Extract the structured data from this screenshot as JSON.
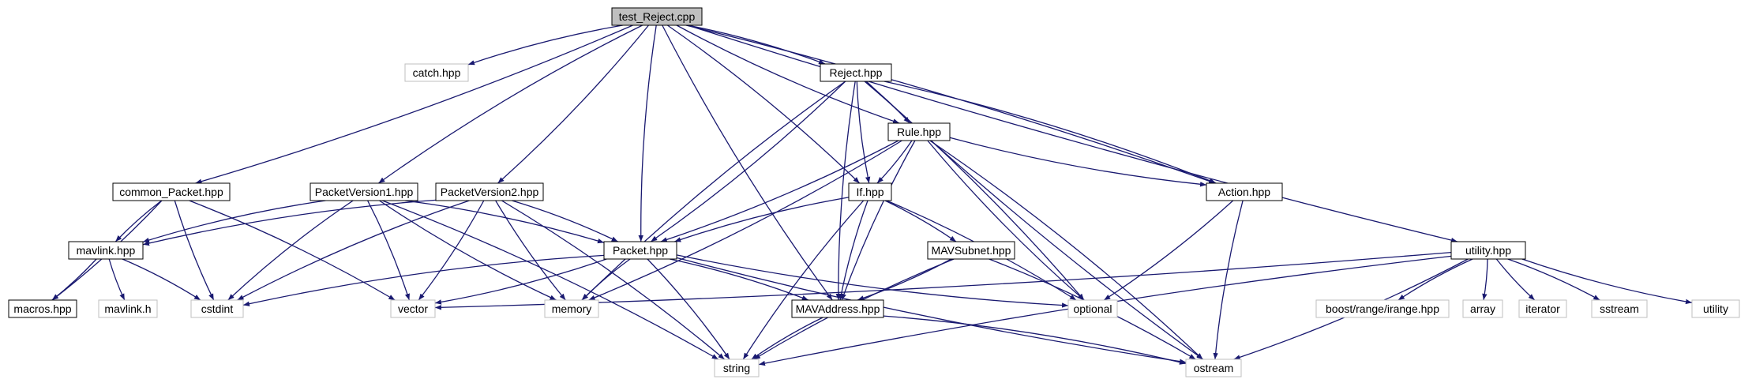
{
  "colors": {
    "edge": "#191970",
    "internal_border": "#000000",
    "external_border": "#bfbfbf",
    "root_fill": "#bfbfbf",
    "node_fill": "#ffffff"
  },
  "nodes": [
    {
      "id": "test_reject",
      "label": "test_Reject.cpp",
      "kind": "root"
    },
    {
      "id": "catch",
      "label": "catch.hpp",
      "kind": "external"
    },
    {
      "id": "reject",
      "label": "Reject.hpp",
      "kind": "internal"
    },
    {
      "id": "rule",
      "label": "Rule.hpp",
      "kind": "internal"
    },
    {
      "id": "common_packet",
      "label": "common_Packet.hpp",
      "kind": "internal"
    },
    {
      "id": "packetv1",
      "label": "PacketVersion1.hpp",
      "kind": "internal"
    },
    {
      "id": "packetv2",
      "label": "PacketVersion2.hpp",
      "kind": "internal"
    },
    {
      "id": "if",
      "label": "If.hpp",
      "kind": "internal"
    },
    {
      "id": "action",
      "label": "Action.hpp",
      "kind": "internal"
    },
    {
      "id": "utility_hpp",
      "label": "utility.hpp",
      "kind": "internal"
    },
    {
      "id": "mavlink",
      "label": "mavlink.hpp",
      "kind": "internal"
    },
    {
      "id": "packet",
      "label": "Packet.hpp",
      "kind": "internal"
    },
    {
      "id": "mavsubnet",
      "label": "MAVSubnet.hpp",
      "kind": "internal"
    },
    {
      "id": "macros",
      "label": "macros.hpp",
      "kind": "internal"
    },
    {
      "id": "mavlink_h",
      "label": "mavlink.h",
      "kind": "external"
    },
    {
      "id": "cstdint",
      "label": "cstdint",
      "kind": "external"
    },
    {
      "id": "vector",
      "label": "vector",
      "kind": "external"
    },
    {
      "id": "memory",
      "label": "memory",
      "kind": "external"
    },
    {
      "id": "mavaddress",
      "label": "MAVAddress.hpp",
      "kind": "internal"
    },
    {
      "id": "optional",
      "label": "optional",
      "kind": "external"
    },
    {
      "id": "string",
      "label": "string",
      "kind": "external"
    },
    {
      "id": "ostream",
      "label": "ostream",
      "kind": "external"
    },
    {
      "id": "irange",
      "label": "boost/range/irange.hpp",
      "kind": "external"
    },
    {
      "id": "array",
      "label": "array",
      "kind": "external"
    },
    {
      "id": "iterator",
      "label": "iterator",
      "kind": "external"
    },
    {
      "id": "sstream",
      "label": "sstream",
      "kind": "external"
    },
    {
      "id": "utility",
      "label": "utility",
      "kind": "external"
    }
  ],
  "edges": [
    [
      "test_reject",
      "catch"
    ],
    [
      "test_reject",
      "reject"
    ],
    [
      "test_reject",
      "rule"
    ],
    [
      "test_reject",
      "common_packet"
    ],
    [
      "test_reject",
      "packetv1"
    ],
    [
      "test_reject",
      "packetv2"
    ],
    [
      "test_reject",
      "packet"
    ],
    [
      "test_reject",
      "if"
    ],
    [
      "test_reject",
      "mavaddress"
    ],
    [
      "test_reject",
      "action"
    ],
    [
      "test_reject",
      "utility_hpp"
    ],
    [
      "reject",
      "rule"
    ],
    [
      "reject",
      "if"
    ],
    [
      "reject",
      "packet"
    ],
    [
      "reject",
      "mavaddress"
    ],
    [
      "reject",
      "action"
    ],
    [
      "reject",
      "memory"
    ],
    [
      "reject",
      "optional"
    ],
    [
      "reject",
      "ostream"
    ],
    [
      "rule",
      "if"
    ],
    [
      "rule",
      "action"
    ],
    [
      "rule",
      "packet"
    ],
    [
      "rule",
      "mavaddress"
    ],
    [
      "rule",
      "memory"
    ],
    [
      "rule",
      "optional"
    ],
    [
      "rule",
      "ostream"
    ],
    [
      "common_packet",
      "mavlink"
    ],
    [
      "common_packet",
      "macros"
    ],
    [
      "common_packet",
      "cstdint"
    ],
    [
      "common_packet",
      "vector"
    ],
    [
      "packetv1",
      "mavlink"
    ],
    [
      "packetv1",
      "packet"
    ],
    [
      "packetv1",
      "cstdint"
    ],
    [
      "packetv1",
      "vector"
    ],
    [
      "packetv1",
      "memory"
    ],
    [
      "packetv1",
      "string"
    ],
    [
      "packetv2",
      "mavlink"
    ],
    [
      "packetv2",
      "packet"
    ],
    [
      "packetv2",
      "cstdint"
    ],
    [
      "packetv2",
      "vector"
    ],
    [
      "packetv2",
      "memory"
    ],
    [
      "packetv2",
      "string"
    ],
    [
      "if",
      "packet"
    ],
    [
      "if",
      "mavsubnet"
    ],
    [
      "if",
      "mavaddress"
    ],
    [
      "if",
      "optional"
    ],
    [
      "if",
      "string"
    ],
    [
      "action",
      "optional"
    ],
    [
      "action",
      "ostream"
    ],
    [
      "utility_hpp",
      "vector"
    ],
    [
      "utility_hpp",
      "string"
    ],
    [
      "utility_hpp",
      "ostream"
    ],
    [
      "utility_hpp",
      "irange"
    ],
    [
      "utility_hpp",
      "array"
    ],
    [
      "utility_hpp",
      "iterator"
    ],
    [
      "utility_hpp",
      "sstream"
    ],
    [
      "utility_hpp",
      "utility"
    ],
    [
      "mavlink",
      "macros"
    ],
    [
      "mavlink",
      "mavlink_h"
    ],
    [
      "mavlink",
      "cstdint"
    ],
    [
      "packet",
      "cstdint"
    ],
    [
      "packet",
      "vector"
    ],
    [
      "packet",
      "memory"
    ],
    [
      "packet",
      "mavaddress"
    ],
    [
      "packet",
      "optional"
    ],
    [
      "packet",
      "string"
    ],
    [
      "packet",
      "ostream"
    ],
    [
      "mavsubnet",
      "mavaddress"
    ],
    [
      "mavsubnet",
      "string"
    ],
    [
      "mavsubnet",
      "ostream"
    ],
    [
      "mavaddress",
      "string"
    ],
    [
      "mavaddress",
      "ostream"
    ]
  ]
}
